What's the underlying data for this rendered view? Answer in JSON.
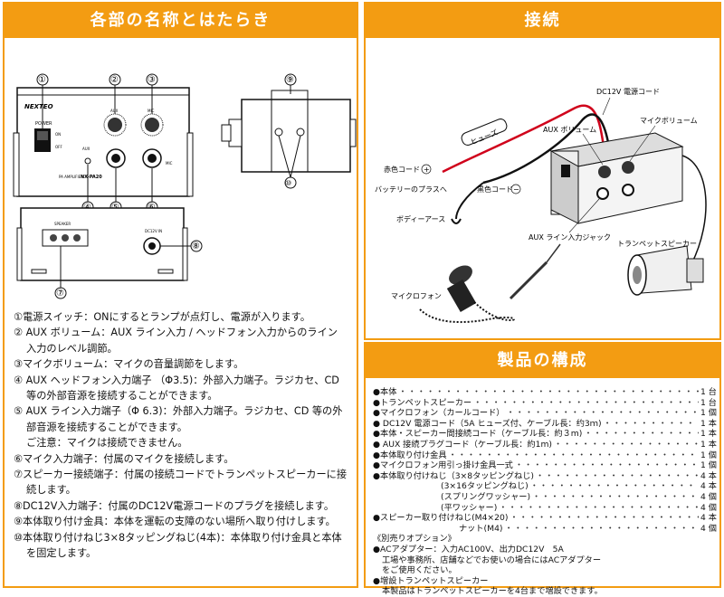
{
  "left": {
    "title": "各部の名称とはたらき",
    "callouts": [
      "①",
      "②",
      "③",
      "④",
      "⑤",
      "⑥",
      "⑦",
      "⑧",
      "⑨",
      "⑩"
    ],
    "front_labels": {
      "brand": "NEXTEO",
      "power": "POWER",
      "on": "ON",
      "off": "OFF",
      "aux": "AUX",
      "vol": "AUX",
      "mic": "MIC",
      "model": "NX-PA20",
      "sub": "PA AMPLIFIER",
      "mic2": "MIC"
    },
    "rear_labels": {
      "speaker": "SPEAKER",
      "dc": "DC12V IN"
    },
    "desc": [
      "①電源スイッチ：ONにするとランプが点灯し、電源が入ります。",
      "② AUX ボリューム：AUX ライン入力 / ヘッドフォン入力からのライン",
      "入力のレベル調節。",
      "③マイクボリューム：マイクの音量調節をします。",
      "④ AUX ヘッドフォン入力端子 （Φ3.5)：外部入力端子。ラジカセ、CD",
      "等の外部音源を接続することができます。",
      "⑤ AUX ライン入力端子（Φ 6.3)：外部入力端子。ラジカセ、CD 等の外",
      "部音源を接続することができます。",
      "ご注意：マイクは接続できません。",
      "⑥マイク入力端子：付属のマイクを接続します。",
      "⑦スピーカー接続端子：付属の接続コードでトランペットスピーカーに接",
      "続します。",
      "⑧DC12V入力端子：付属のDC12V電源コードのプラグを接続します。",
      "⑨本体取り付け金具：本体を運転の支障のない場所へ取り付けします。",
      "⑩本体取り付けねじ3×8タッピングねじ(4本)：本体取り付け金具と本体",
      "を固定します。"
    ]
  },
  "connection": {
    "title": "接続",
    "labels": {
      "dc": "DC12V 電源コード",
      "aux_vol": "AUX ボリューム",
      "mic_vol": "マイクボリューム",
      "fuse": "ヒューズ",
      "red": "赤色コード",
      "plus": "+",
      "battery": "バッテリーのプラスへ",
      "black": "黒色コード",
      "minus": "−",
      "earth": "ボディーアース",
      "aux_jack": "AUX ライン入力ジャック",
      "trumpet": "トランペットスピーカー",
      "mic": "マイクロフォン"
    }
  },
  "composition": {
    "title": "製品の構成",
    "items": [
      {
        "label": "●本体",
        "qty": "1 台"
      },
      {
        "label": "●トランペットスピーカー",
        "qty": "1 台"
      },
      {
        "label": "●マイクロフォン（カールコード）",
        "qty": "1 個"
      },
      {
        "label": "● DC12V 電源コード（5A ヒューズ付、ケーブル長：约3ｍ)",
        "qty": "1 本"
      },
      {
        "label": "●本体・スピーカー間接続コード（ケーブル長：約３m)",
        "qty": "1 本"
      },
      {
        "label": "● AUX 接続プラグコード（ケーブル長：約1m)",
        "qty": "1 本"
      },
      {
        "label": "●本体取り付け金具",
        "qty": "1 個"
      },
      {
        "label": "●マイクロフォン用引っ掛け金具一式",
        "qty": "1 個"
      },
      {
        "label": "●本体取り付けねじ（3×8タッピングねじ)",
        "qty": "4 本"
      },
      {
        "label": "(3×16タッピングねじ)",
        "qty": "4 本",
        "sub": true
      },
      {
        "label": "(スプリングワッシャー)",
        "qty": "4 個",
        "sub": true
      },
      {
        "label": "(平ワッシャー)",
        "qty": "4 個",
        "sub": true
      },
      {
        "label": "●スピーカー取り付けねじ(M4×20)",
        "qty": "4 本"
      },
      {
        "label": "ナット(M4)",
        "qty": "4 個",
        "sub": true
      }
    ],
    "options": [
      "《別売りオプション》",
      "●ACアダプター：入力AC100V、出力DC12V　5A",
      "工場や事務所、店舗などでお使いの場合にはACアダプター",
      "をご使用ください。",
      "●増設トランペットスピーカー",
      "本製品はトランペットスピーカーを4台まで増設できます。"
    ]
  },
  "colors": {
    "accent": "#f39c12",
    "wire_red": "#d0021b"
  }
}
